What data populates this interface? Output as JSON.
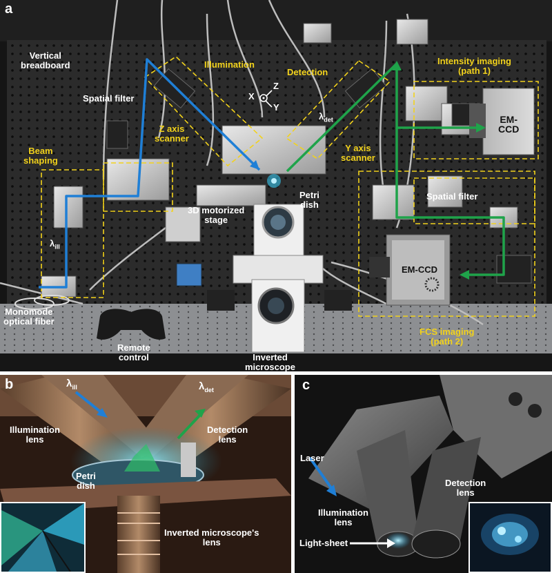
{
  "panel_letters": {
    "a": "a",
    "b": "b",
    "c": "c"
  },
  "panel_a": {
    "vertical_breadboard": [
      "Vertical",
      "breadboard"
    ],
    "illumination": "Illumination",
    "detection": "Detection",
    "intensity_imaging": [
      "Intensity imaging",
      "(path 1)"
    ],
    "spatial_filter_left": "Spatial filter",
    "z_axis_scanner": [
      "Z axis",
      "scanner"
    ],
    "y_axis_scanner": [
      "Y axis",
      "scanner"
    ],
    "beam_shaping": [
      "Beam",
      "shaping"
    ],
    "lambda_ill": {
      "symbol": "λ",
      "sub": "ill"
    },
    "lambda_det": {
      "symbol": "λ",
      "sub": "det"
    },
    "axes": {
      "x": "X",
      "y": "Y",
      "z": "Z"
    },
    "emccd_top": [
      "EM-",
      "CCD"
    ],
    "emccd_bottom": "EM-CCD",
    "petri_dish": [
      "Petri",
      "dish"
    ],
    "motorized_stage": [
      "3D motorized",
      "stage"
    ],
    "spatial_filter_right": "Spatial filter",
    "monomode_fiber": [
      "Monomode",
      "optical fiber"
    ],
    "remote_control": [
      "Remote",
      "control"
    ],
    "inverted_microscope": [
      "Inverted",
      "microscope"
    ],
    "fcs_imaging": [
      "FCS imaging",
      "(path 2)"
    ]
  },
  "panel_b": {
    "lambda_ill": {
      "symbol": "λ",
      "sub": "ill"
    },
    "lambda_det": {
      "symbol": "λ",
      "sub": "det"
    },
    "illumination_lens": [
      "Illumination",
      "lens"
    ],
    "detection_lens": [
      "Detection",
      "lens"
    ],
    "petri_dish": [
      "Petri",
      "dish"
    ],
    "inverted_lens": [
      "Inverted microscope's",
      "lens"
    ]
  },
  "panel_c": {
    "laser": "Laser",
    "detection_lens": [
      "Detection",
      "lens"
    ],
    "illumination_lens": [
      "Illumination",
      "lens"
    ],
    "light_sheet": "Light-sheet"
  },
  "colors": {
    "yellow_label": "#f2d21c",
    "blue_beam": "#1f7fd6",
    "green_beam": "#1fa34a",
    "cyan_glow": "#38c8f0"
  }
}
